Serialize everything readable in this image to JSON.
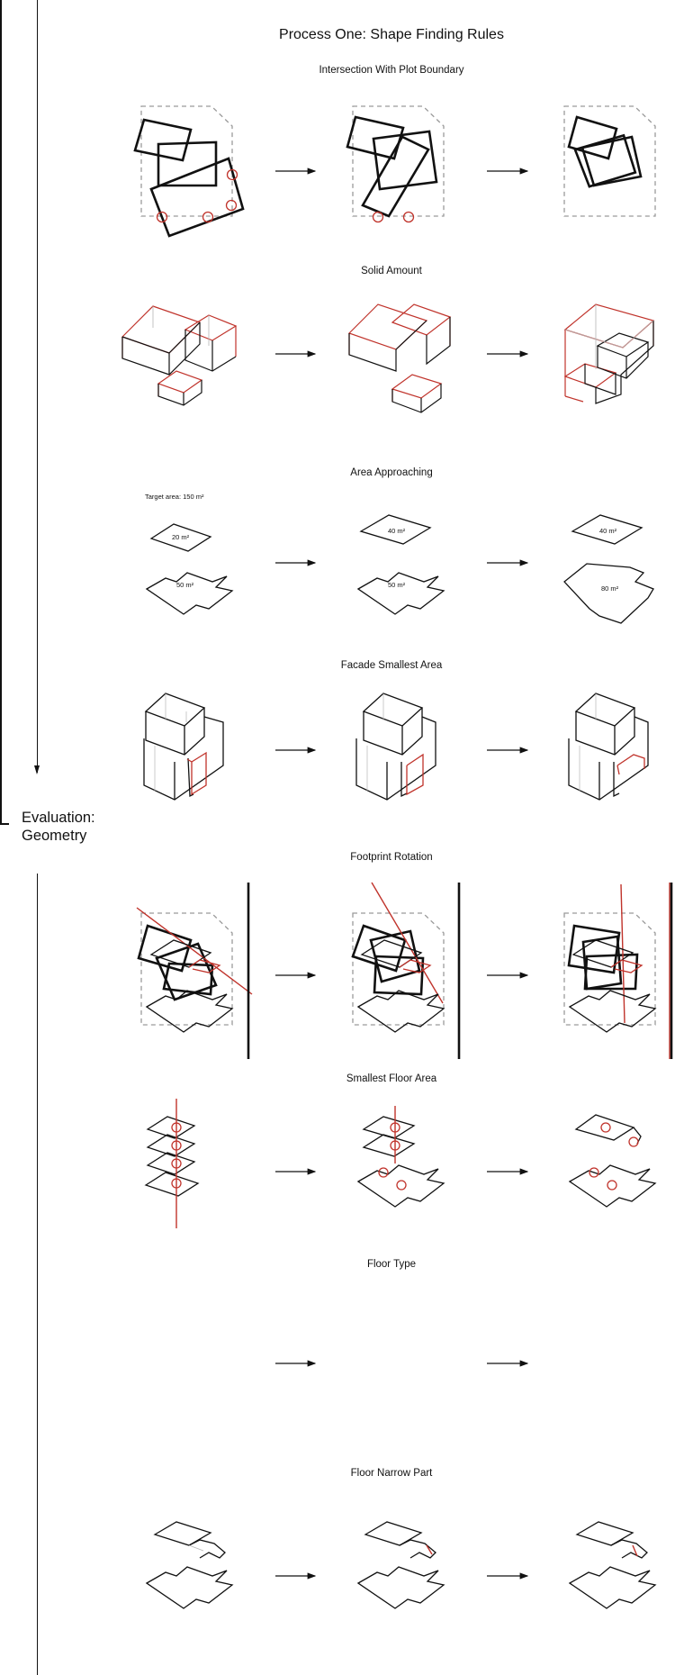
{
  "page_title": "Process One: Shape Finding Rules",
  "evaluation_label": "Evaluation:\nGeometry",
  "sections": [
    {
      "title": "Intersection With Plot Boundary"
    },
    {
      "title": "Solid Amount"
    },
    {
      "title": "Area Approaching",
      "note": "Target area: 150 m²",
      "areas": {
        "step1": [
          "20 m²",
          "50 m²"
        ],
        "step2": [
          "40 m²",
          "50 m²"
        ],
        "step3": [
          "40 m²",
          "80 m²"
        ]
      }
    },
    {
      "title": "Facade Smallest Area"
    },
    {
      "title": "Footprint Rotation"
    },
    {
      "title": "Smallest Floor Area"
    },
    {
      "title": "Floor Type"
    },
    {
      "title": "Floor Narrow Part"
    }
  ],
  "colors": {
    "line": "#111111",
    "highlight": "#c0332b",
    "boundary": "#9a9a9a"
  }
}
